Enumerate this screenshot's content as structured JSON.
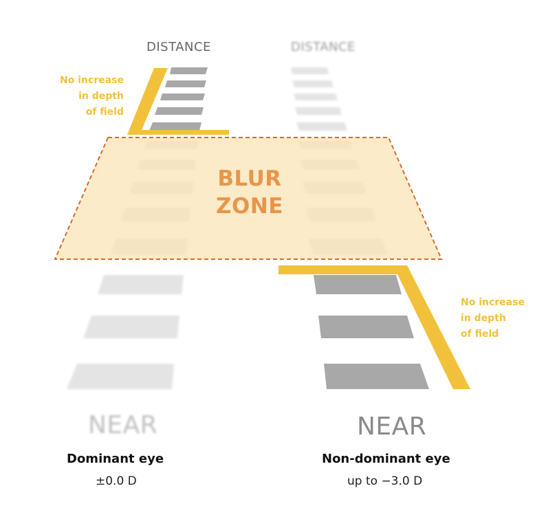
{
  "labels": {
    "distance_left": "DISTANCE",
    "distance_right": "DISTANCE",
    "near_left": "NEAR",
    "near_right": "NEAR",
    "dof_left_lines": [
      "No increase",
      "in depth",
      "of field"
    ],
    "dof_right_lines": [
      "No increase",
      "in depth",
      "of field"
    ],
    "blur_zone_lines": [
      "BLUR",
      "ZONE"
    ]
  },
  "eyes": {
    "left": {
      "name": "Dominant eye",
      "diopter": "±0.0 D"
    },
    "right": {
      "name": "Non-dominant eye",
      "diopter": "up to −3.0 D"
    }
  },
  "colors": {
    "accent_yellow": "#f2c13c",
    "blur_zone_fill": "#fbe3b3",
    "blur_zone_border": "#d86a2c",
    "blur_zone_text": "#e8954a",
    "sharp_bar": "#a8a8a8",
    "blurred_bar": "#e4e4e4"
  }
}
